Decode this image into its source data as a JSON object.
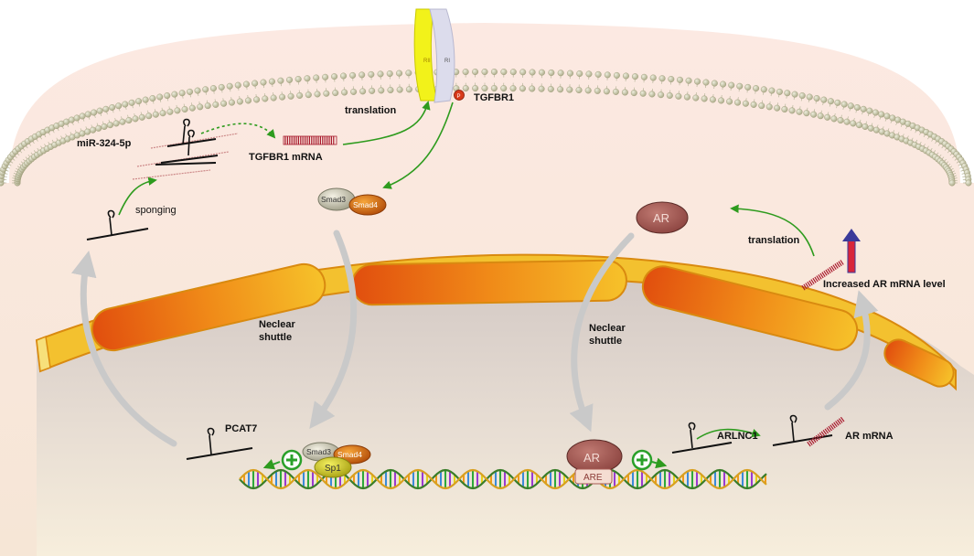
{
  "labels": {
    "mir": "miR-324-5p",
    "tgfbr1_mrna": "TGFBR1 mRNA",
    "translation_left": "translation",
    "tgfbr1": "TGFBR1",
    "sponging": "sponging",
    "smad3": "Smad3",
    "smad4": "Smad4",
    "ar_protein": "AR",
    "translation_right": "translation",
    "increased_ar": "Increased AR mRNA level",
    "nuclear_left_1": "Neclear",
    "nuclear_left_2": "shuttle",
    "nuclear_right_1": "Neclear",
    "nuclear_right_2": "shuttle",
    "pcat7": "PCAT7",
    "arlnc1": "ARLNC1",
    "ar_mrna": "AR mRNA",
    "smad3_dna": "Smad3",
    "smad4_dna": "Smad4",
    "sp1": "Sp1",
    "ar_dna": "AR",
    "are": "ARE",
    "receptor_rii": "RII",
    "receptor_ri": "RI",
    "phospho": "P"
  },
  "colors": {
    "cytoplasm_top": "#fbe6df",
    "cytoplasm_bottom": "#f7ecd6",
    "nucleus": "#d9d0cb",
    "nucleus_bottom": "#f5ebd9",
    "envelope_gold": "#f0b020",
    "envelope_orange": "#e05a10",
    "membrane_bead": "#c8c6a2",
    "arrow_green": "#2e9b1e",
    "ar_protein": "#a85a54",
    "plus_green": "#2aa02a"
  },
  "icons": {
    "lncrna": "hairpin-lncrna-icon",
    "plus": "activation-plus-icon",
    "mrna": "mrna-strand-icon"
  }
}
